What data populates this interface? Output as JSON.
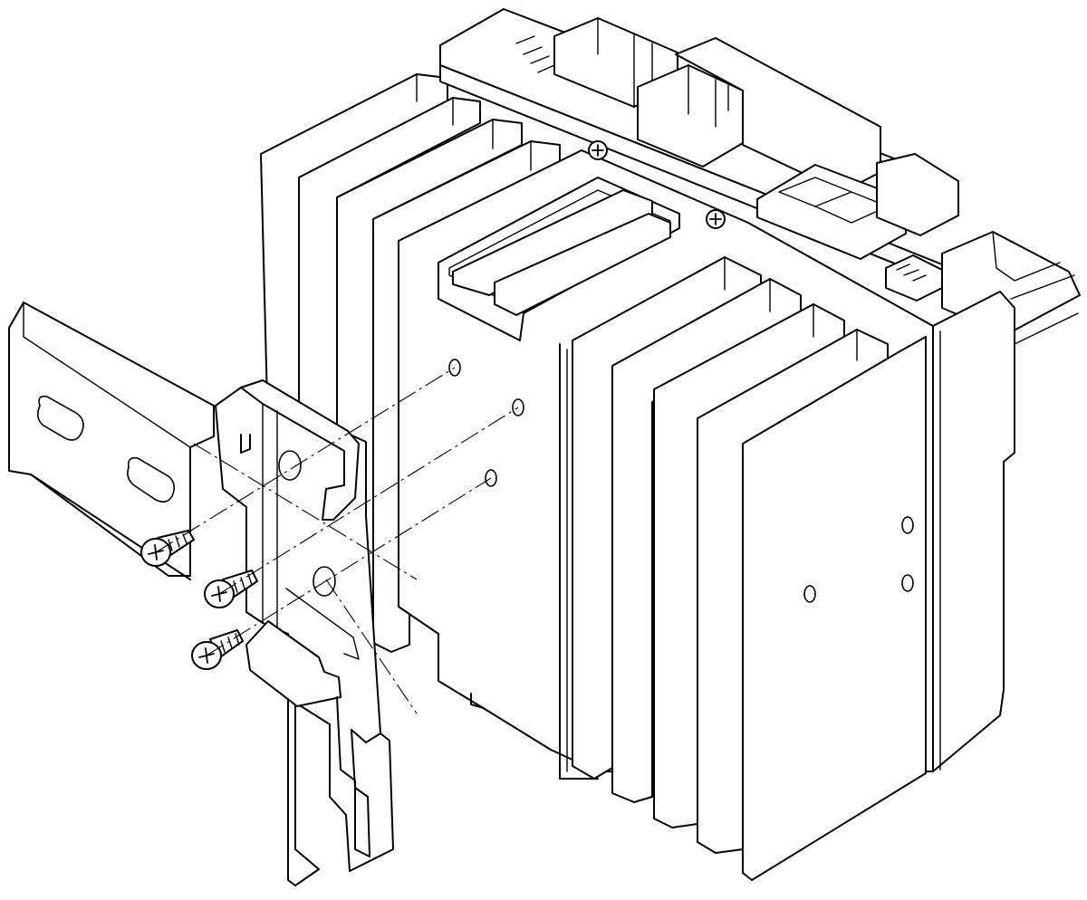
{
  "diagram": {
    "subject": "",
    "colors": {
      "line": "#000000",
      "fill": "#ffffff",
      "background": "#ffffff"
    },
    "parts": [
      {
        "id": "heatsink",
        "icon": "heatsink-fins-icon"
      },
      {
        "id": "module-body",
        "icon": "module-body-icon"
      },
      {
        "id": "top-connectors",
        "icon": "terminal-block-icon"
      },
      {
        "id": "mounting-bracket",
        "icon": "din-bracket-icon"
      },
      {
        "id": "din-rail",
        "icon": "din-rail-icon"
      },
      {
        "id": "screws",
        "icon": "phillips-screw-icon",
        "count": 3
      }
    ]
  }
}
